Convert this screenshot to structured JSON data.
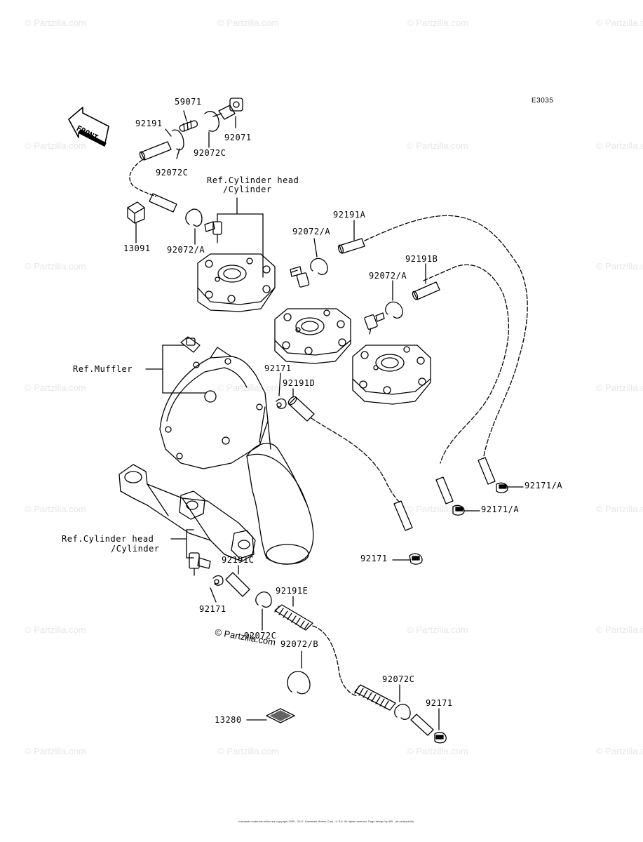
{
  "diagram_code": "E3035",
  "front_label": "FRONT",
  "watermark": "© Partzilla.com",
  "center_watermark": "© Partzilla.com",
  "refs": {
    "cyl_head_top": [
      "Ref.Cylinder head",
      "/Cylinder"
    ],
    "muffler": "Ref.Muffler",
    "cyl_head_bottom": [
      "Ref.Cylinder head",
      "/Cylinder"
    ]
  },
  "parts": {
    "p59071": "59071",
    "p92071": "92071",
    "p92191": "92191",
    "p92072c_top": "92072C",
    "p92072c_left": "92072C",
    "p13091": "13091",
    "p92072a_1": "92072/A",
    "p92191a": "92191A",
    "p92072a_2": "92072/A",
    "p92191b": "92191B",
    "p92072a_3": "92072/A",
    "p92171_a": "92171",
    "p92191d": "92191D",
    "p92171a_1": "92171/A",
    "p92171a_2": "92171/A",
    "p92171_b": "92171",
    "p92191c": "92191C",
    "p92191e": "92191E",
    "p92171_c": "92171",
    "p92072c_mid": "92072C",
    "p92072b": "92072/B",
    "p92072c_low": "92072C",
    "p13280": "13280",
    "p92171_d": "92171"
  },
  "footer_text": "Kawasaki materials within are copyright 1995 - 2017, Kawasaki Motors Corp., U.S.A. All rights reserved. Page design by ARI - ari.net/partzilla"
}
